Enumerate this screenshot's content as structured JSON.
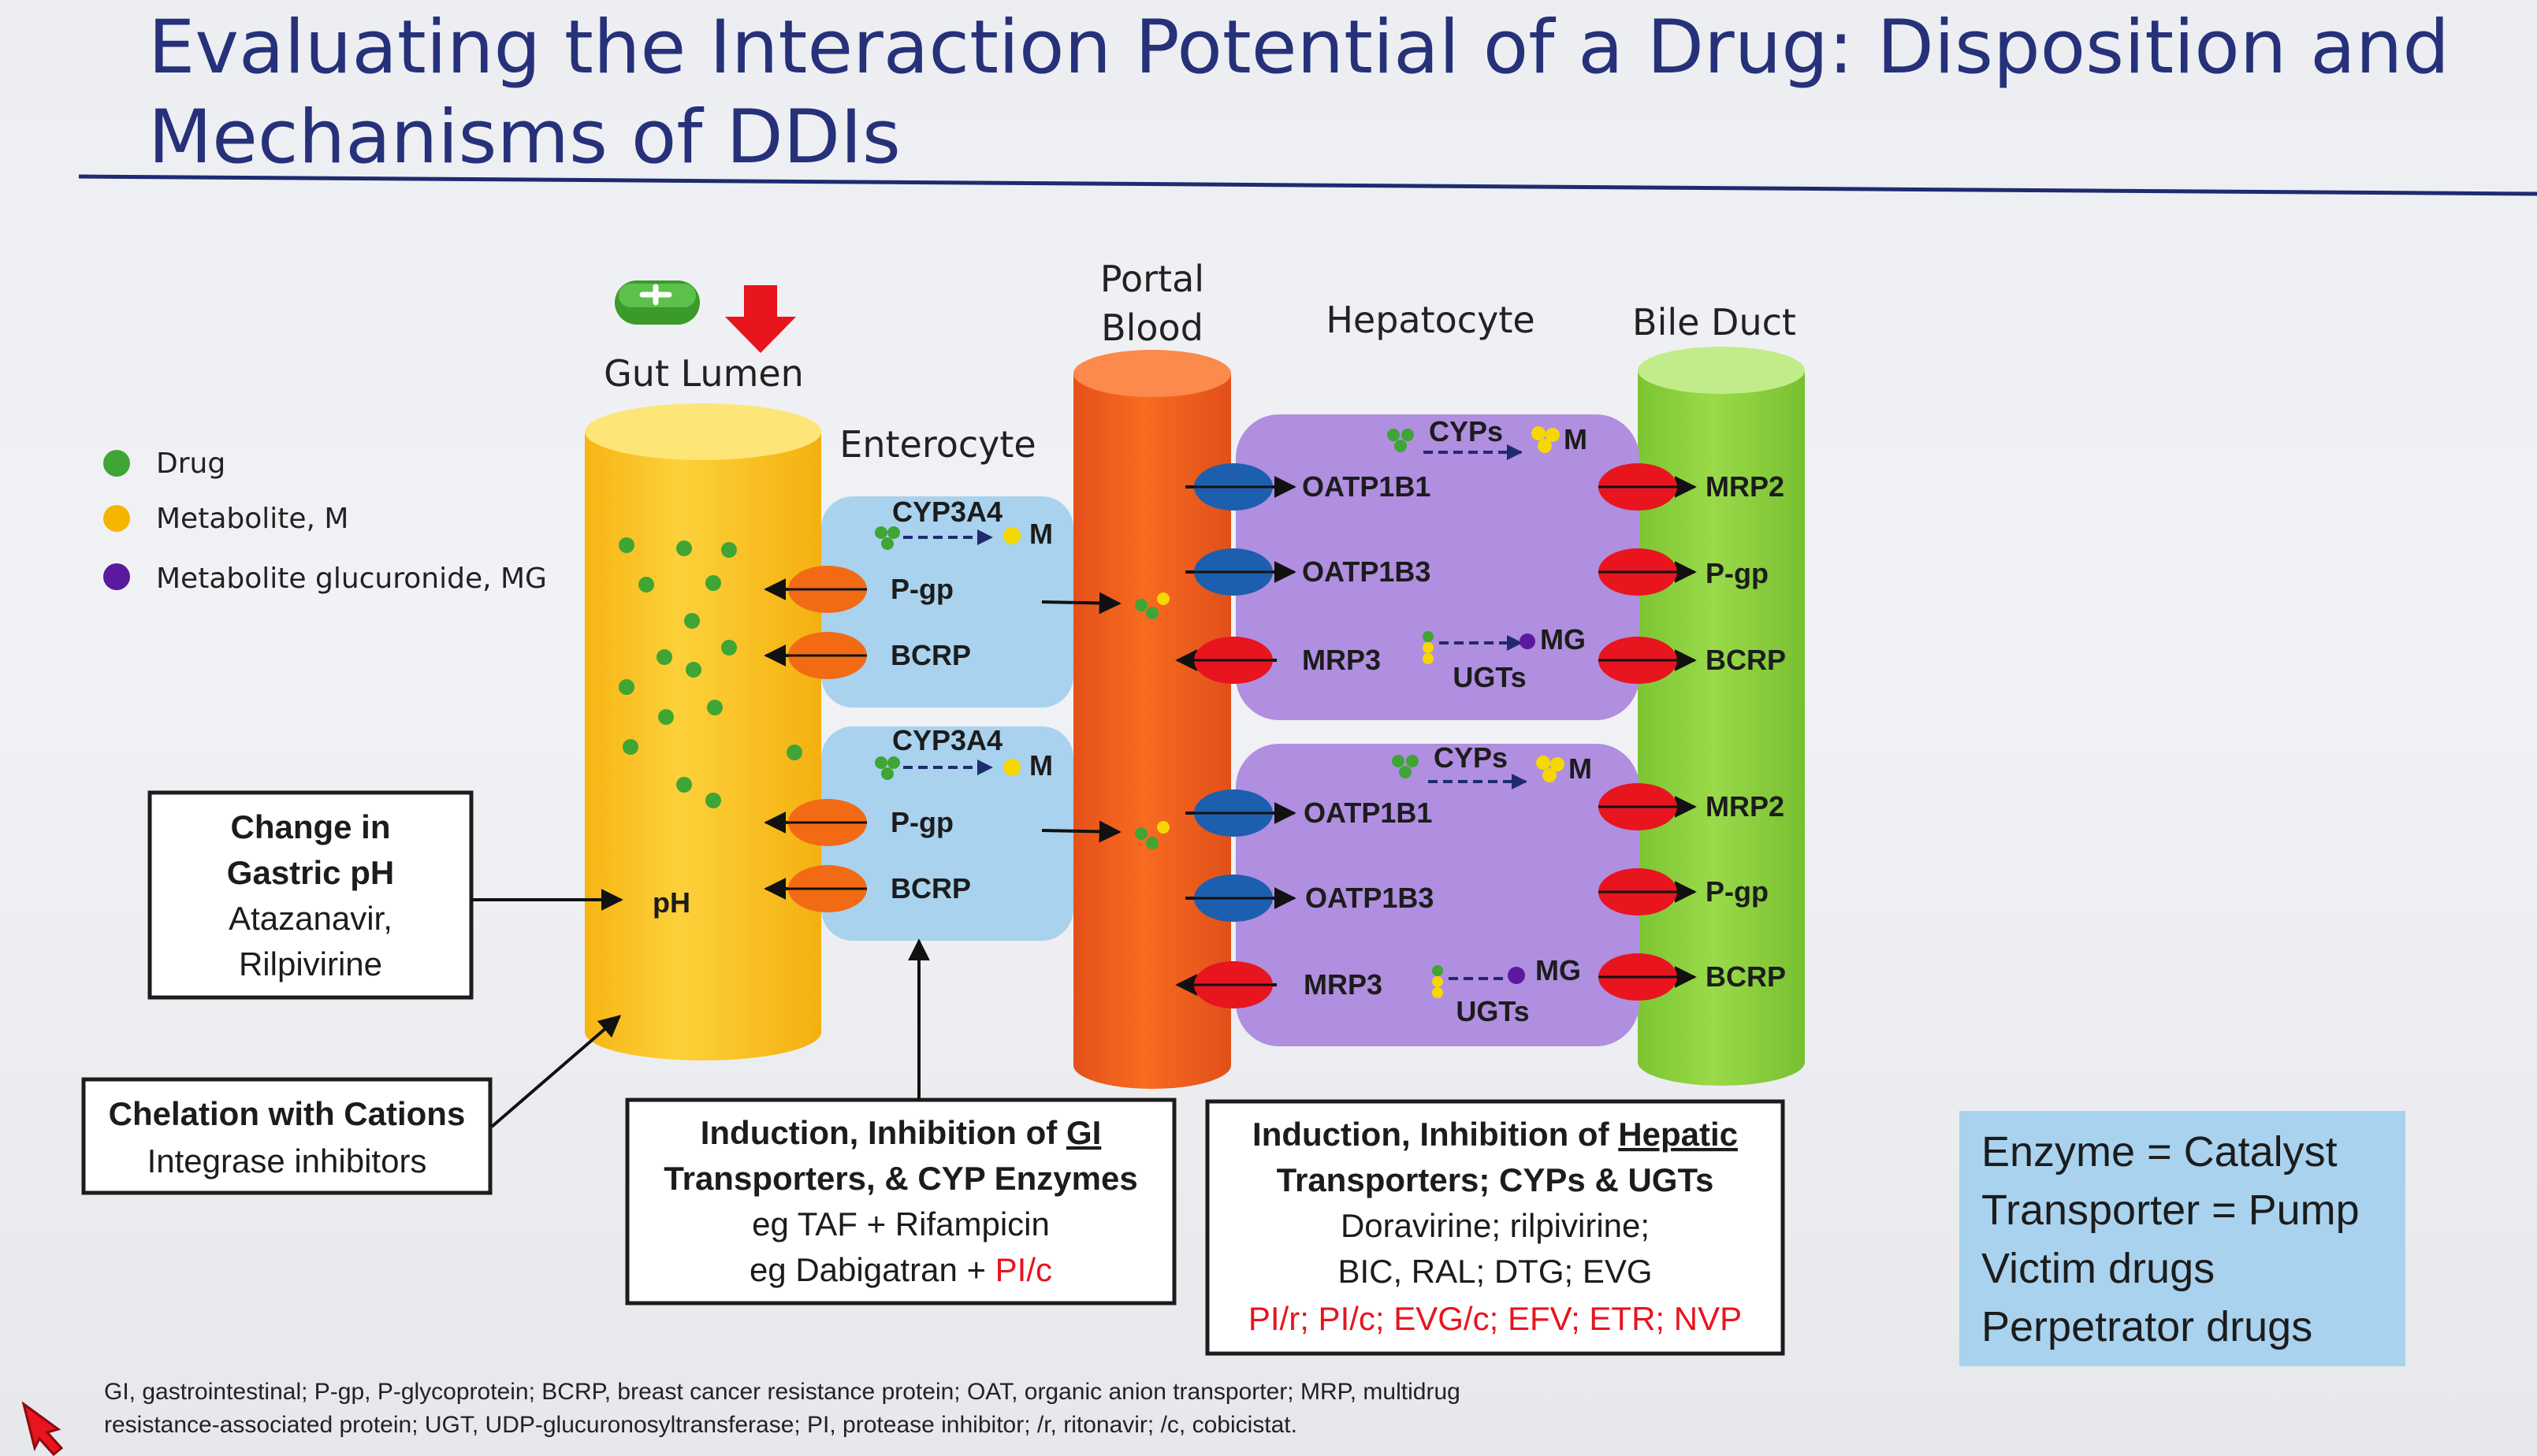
{
  "title": {
    "line1": "Evaluating the Interaction Potential of a Drug: Disposition and",
    "line2": "Mechanisms of DDIs"
  },
  "legend": [
    {
      "label": "Drug",
      "color": "#3fa535"
    },
    {
      "label": "Metabolite, M",
      "color": "#f5b400"
    },
    {
      "label": "Metabolite glucuronide, MG",
      "color": "#5b1a9e"
    }
  ],
  "headers": {
    "gut_lumen": "Gut Lumen",
    "enterocyte": "Enterocyte",
    "portal_line1": "Portal",
    "portal_line2": "Blood",
    "hepatocyte": "Hepatocyte",
    "bile_duct": "Bile Duct"
  },
  "enterocyte": {
    "enzyme": "CYP3A4",
    "metabolite": "M",
    "transporters": [
      "P-gp",
      "BCRP"
    ]
  },
  "hepatocyte": {
    "enzyme": "CYPs",
    "metabolite": "M",
    "uptake": [
      "OATP1B1",
      "OATP1B3"
    ],
    "efflux_blood": "MRP3",
    "glucuronide": "MG",
    "conjugation": "UGTs"
  },
  "bile_transporters": [
    "MRP2",
    "P-gp",
    "BCRP"
  ],
  "gut_ph": "pH",
  "boxes": {
    "gastric": {
      "line1": "Change in",
      "line2": "Gastric pH",
      "line3": "Atazanavir,",
      "line4": "Rilpivirine"
    },
    "chelation": {
      "line1": "Chelation with Cations",
      "line2": "Integrase inhibitors"
    },
    "gi": {
      "line1a": "Induction, Inhibition of ",
      "line1b": "GI",
      "line2": "Transporters, & CYP Enzymes",
      "line3": "eg TAF + Rifampicin",
      "line4a": "eg Dabigatran + ",
      "line4b": "PI/c"
    },
    "hepatic": {
      "line1a": "Induction, Inhibition of ",
      "line1b": "Hepatic",
      "line2": "Transporters; CYPs & UGTs",
      "line3": "Doravirine; rilpivirine;",
      "line4": "BIC, RAL; DTG; EVG",
      "line5": "PI/r; PI/c; EVG/c; EFV; ETR; NVP"
    }
  },
  "reference": {
    "line1": "Enzyme = Catalyst",
    "line2": "Transporter = Pump",
    "line3": "Victim drugs",
    "line4": "Perpetrator drugs"
  },
  "footnote": {
    "line1": "GI, gastrointestinal; P-gp, P-glycoprotein; BCRP, breast cancer resistance protein; OAT, organic anion transporter; MRP, multidrug",
    "line2": "resistance-associated protein; UGT, UDP-glucuronosyltransferase; PI, protease inhibitor; /r, ritonavir; /c, cobicistat."
  },
  "colors": {
    "title": "#26317a",
    "gut": "#fcc41c",
    "enterocyte": "#a9d2ee",
    "portal": "#f2611d",
    "hepatocyte": "#b08ee0",
    "bile": "#8fd13e",
    "uptake_transporter": "#1c5fae",
    "efflux_transporter": "#e8141e",
    "pgp_enterocyte": "#f36a15",
    "victim": "#26317a",
    "perpetrator": "#e8141e",
    "reference_box": "#a9d2ee"
  }
}
